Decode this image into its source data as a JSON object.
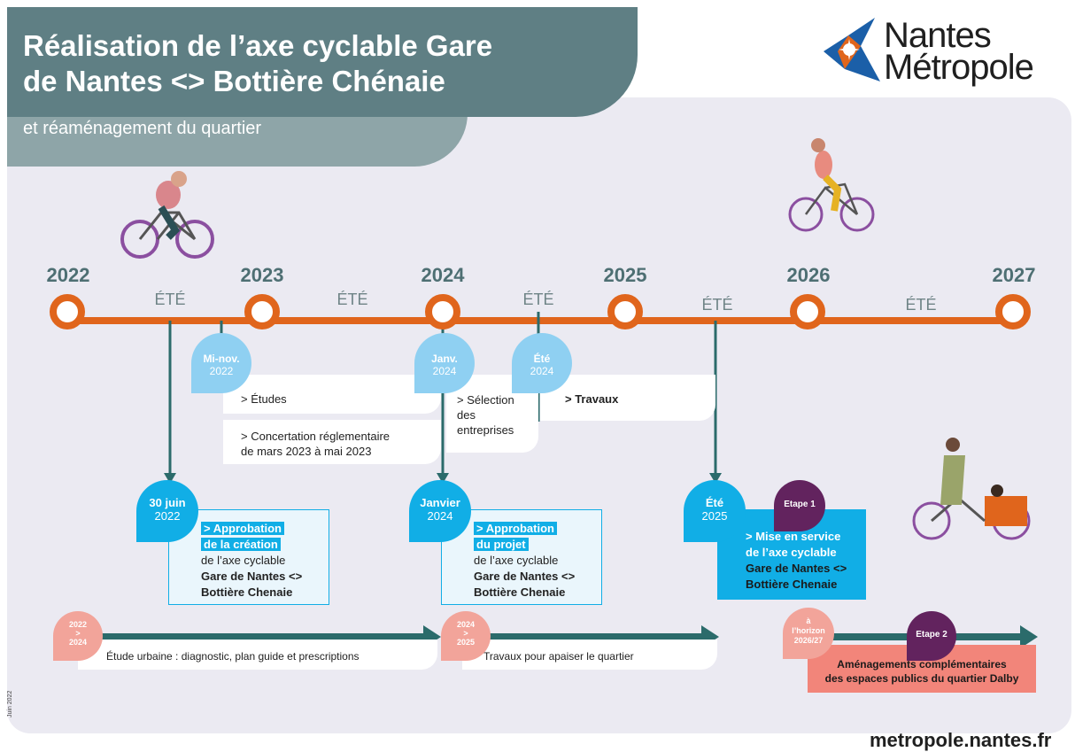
{
  "title": "Réalisation de l’axe cyclable Gare\nde Nantes <> Bottière Chénaie",
  "subtitle": "et réaménagement du quartier",
  "logo": {
    "text": "Nantes\nMétropole",
    "icon": "nantes-metropole-star-logo"
  },
  "timeline": {
    "years": [
      "2022",
      "2023",
      "2024",
      "2025",
      "2026",
      "2027"
    ],
    "season_label": "ÉTÉ",
    "line_color": "#e0651c",
    "marker_color": "#e0651c"
  },
  "milestones_top": [
    {
      "label": "Mi-nov.",
      "sub": "2022"
    },
    {
      "label": "Janv.",
      "sub": "2024"
    },
    {
      "label": "Été",
      "sub": "2024"
    }
  ],
  "phases": {
    "etudes": "> Études",
    "concertation": "> Concertation réglementaire\nde mars 2023 à mai 2023",
    "selection": "> Sélection\ndes\nentreprises",
    "travaux": "> Travaux"
  },
  "milestones_bottom": [
    {
      "label": "30 juin",
      "sub": "2022",
      "heading1": "> Approbation",
      "heading2": "de la création",
      "line1": "de l’axe cyclable",
      "line2": "Gare de Nantes <>",
      "line3": "Bottière Chenaie"
    },
    {
      "label": "Janvier",
      "sub": "2024",
      "heading1": "> Approbation",
      "heading2": "du projet",
      "line1": "de l’axe cyclable",
      "line2": "Gare de Nantes <>",
      "line3": "Bottière Chenaie"
    },
    {
      "label": "Été",
      "sub": "2025",
      "etape": "Etape 1",
      "heading1": "> Mise en service",
      "heading2": "de l’axe cyclable",
      "line2": "Gare de Nantes <>",
      "line3": "Bottière Chenaie"
    }
  ],
  "bottom_phases": [
    {
      "badge": "2022\n>\n2024",
      "text": "Étude urbaine : diagnostic, plan guide et prescriptions"
    },
    {
      "badge": "2024\n>\n2025",
      "text": "Travaux pour apaiser le quartier"
    },
    {
      "badge": "à\nl’horizon\n2026/27",
      "etape": "Etape 2",
      "text": "Aménagements complémentaires\ndes espaces publics du quartier Dalby"
    }
  ],
  "footer": {
    "url": "metropole.nantes.fr",
    "date": "Juin 2022"
  },
  "colors": {
    "teal_dark": "#5f7f84",
    "teal_arrow": "#2b6b6b",
    "blue": "#11aee6",
    "light_blue": "#8fd0f2",
    "purple": "#62235e",
    "salmon": "#f2a49a",
    "background": "#ebeaf2"
  }
}
